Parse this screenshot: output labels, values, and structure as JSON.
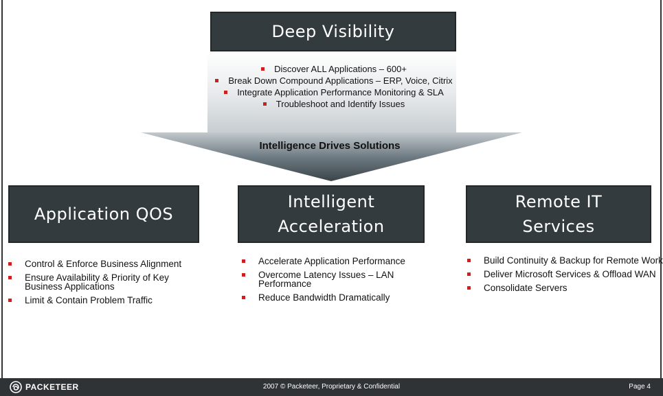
{
  "top": {
    "title": "Deep Visibility",
    "bullets": [
      "Discover ALL Applications – 600+",
      "Break Down Compound Applications – ERP, Voice, Citrix",
      "Integrate Application Performance Monitoring & SLA",
      "Troubleshoot and Identify Issues"
    ],
    "tagline": "Intelligence Drives Solutions"
  },
  "columns": {
    "qos": {
      "title": "Application QOS",
      "bullets": [
        "Control & Enforce Business Alignment",
        "Ensure Availability & Priority of Key Business Applications",
        "Limit & Contain Problem Traffic"
      ]
    },
    "accel": {
      "title_line1": "Intelligent",
      "title_line2": "Acceleration",
      "bullets": [
        "Accelerate Application Performance",
        "Overcome Latency Issues – LAN Performance",
        "Reduce Bandwidth Dramatically"
      ]
    },
    "remote": {
      "title_line1": "Remote IT",
      "title_line2": "Services",
      "bullets": [
        "Build Continuity & Backup for Remote Workers",
        "Deliver Microsoft Services & Offload WAN",
        "Consolidate Servers"
      ]
    }
  },
  "footer": {
    "logo_text": "PACKETEER",
    "copyright": "2007 © Packeteer, Proprietary & Confidential",
    "page": "Page 4"
  },
  "colors": {
    "box_fill": "#333b3e",
    "bullet_red": "#cc1f1f",
    "footer_bg": "#2f3336"
  },
  "icons": {
    "logo": "spiral-logo-icon"
  }
}
